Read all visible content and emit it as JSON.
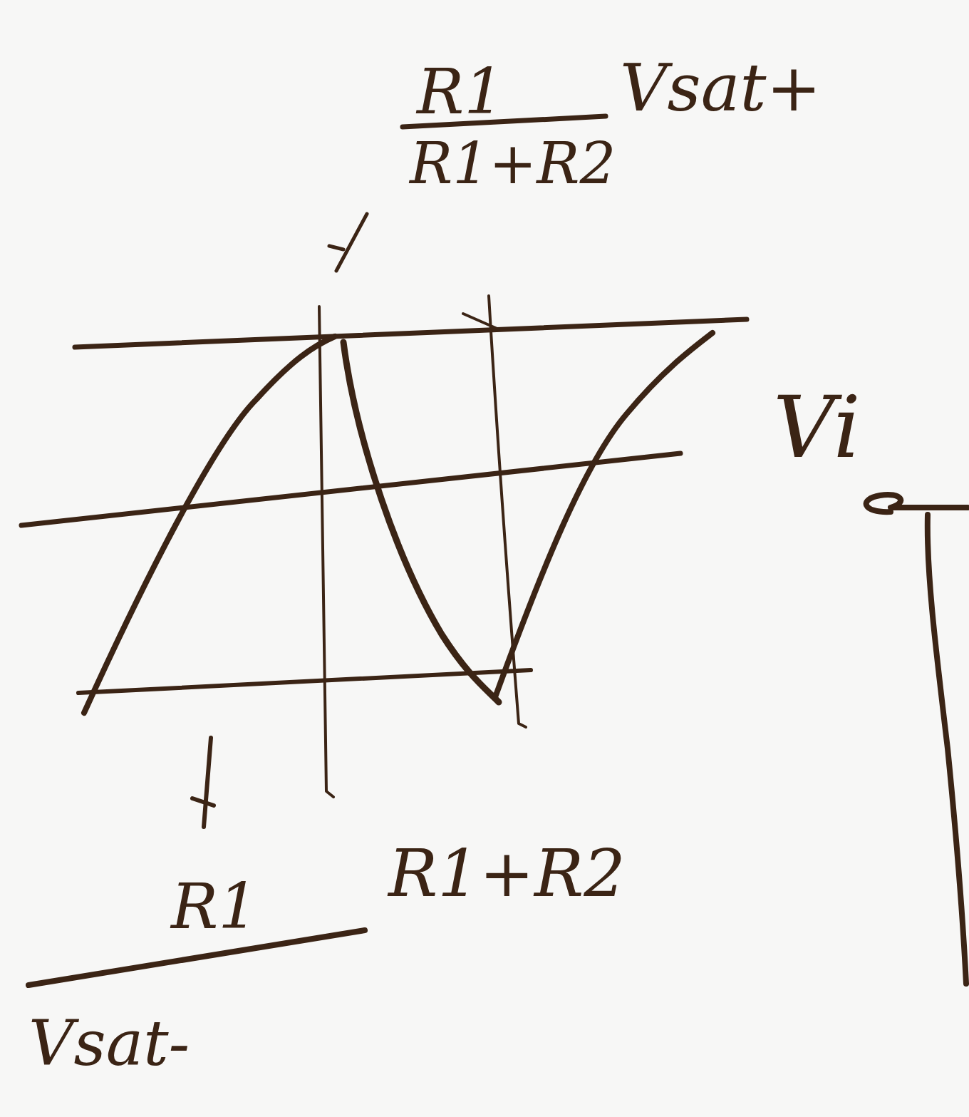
{
  "diagram": {
    "labels": [
      "R1",
      "R1+R2",
      "Vsat+",
      "Vi",
      "R1",
      "R1+R2",
      "Vsat-"
    ]
  }
}
